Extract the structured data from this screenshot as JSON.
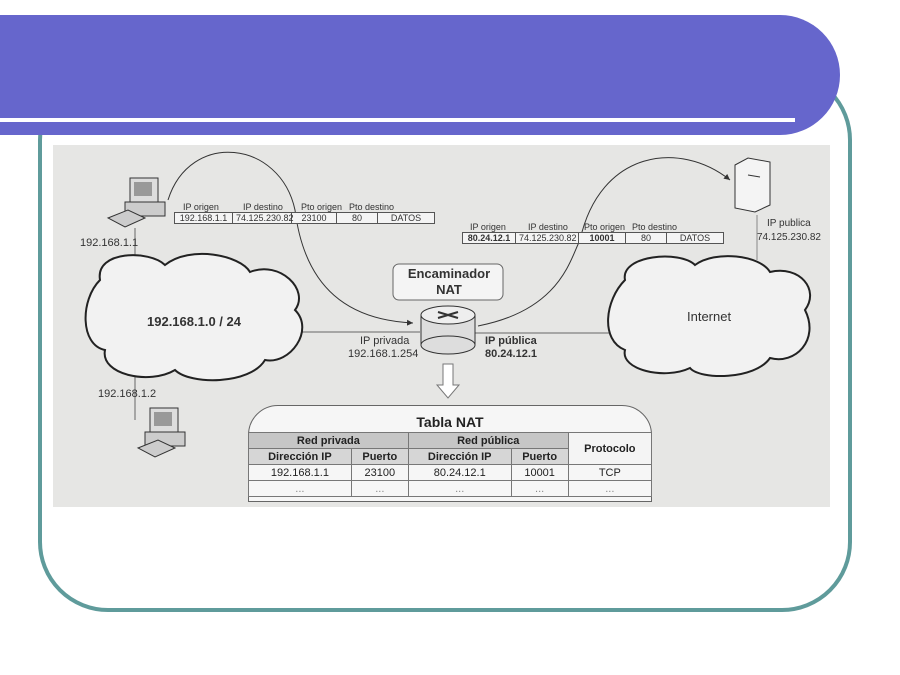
{
  "left_host": {
    "ip_top": "192.168.1.1",
    "ip_bottom": "192.168.1.2"
  },
  "lan": {
    "label": "192.168.1.0 / 24"
  },
  "packet_out": {
    "headers": [
      "IP origen",
      "IP destino",
      "Pto origen",
      "Pto destino"
    ],
    "values": [
      "192.168.1.1",
      "74.125.230.82",
      "23100",
      "80",
      "DATOS"
    ]
  },
  "packet_nat": {
    "headers": [
      "IP origen",
      "IP destino",
      "Pto origen",
      "Pto destino"
    ],
    "values": [
      "80.24.12.1",
      "74.125.230.82",
      "10001",
      "80",
      "DATOS"
    ]
  },
  "router": {
    "title_line1": "Encaminador",
    "title_line2": "NAT",
    "private_label": "IP privada",
    "private_ip": "192.168.1.254",
    "public_label": "IP pública",
    "public_ip": "80.24.12.1"
  },
  "server": {
    "label": "IP publica",
    "ip": "74.125.230.82"
  },
  "internet": {
    "label": "Internet"
  },
  "nat_table": {
    "title": "Tabla NAT",
    "group_private": "Red privada",
    "group_public": "Red pública",
    "protocol_header": "Protocolo",
    "columns": [
      "Dirección IP",
      "Puerto",
      "Dirección IP",
      "Puerto"
    ],
    "rows": [
      [
        "192.168.1.1",
        "23100",
        "80.24.12.1",
        "10001",
        "TCP"
      ],
      [
        "...",
        "...",
        "...",
        "...",
        "..."
      ]
    ]
  }
}
